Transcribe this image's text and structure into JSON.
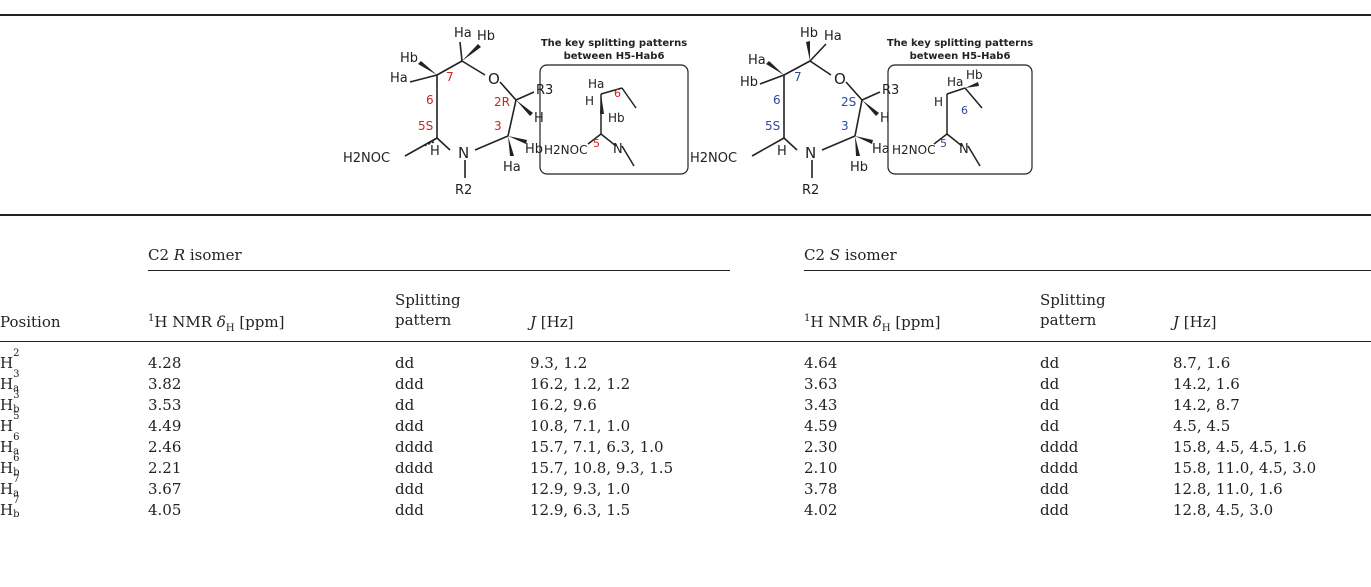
{
  "figure": {
    "box_title_line1": "The key splitting patterns",
    "box_title_line2": "between H5-Hab6",
    "atom_Ha": "Ha",
    "atom_Hb": "Hb",
    "atom_H": "H",
    "atom_O": "O",
    "atom_N": "N",
    "atom_R3": "R3",
    "atom_R2": "R2",
    "group_amide": "H2NOC",
    "left_labels": {
      "c7": "7",
      "c6": "6",
      "c5": "5S",
      "c2": "2R",
      "c3": "3",
      "box_c6": "6",
      "box_c5": "5"
    },
    "right_labels": {
      "c7": "7",
      "c6": "6",
      "c5": "5S",
      "c2": "2S",
      "c3": "3",
      "box_c6": "6",
      "box_c5": "5"
    },
    "colors": {
      "r_isomer": "#d2231e",
      "s_isomer": "#2e4aa0"
    }
  },
  "table": {
    "group_r": {
      "prefix": "C2 ",
      "italic": "R",
      "suffix": " isomer"
    },
    "group_s": {
      "prefix": "C2 ",
      "italic": "S",
      "suffix": " isomer"
    },
    "col_position": "Position",
    "col_nmr_sup": "1",
    "col_nmr_a": "H NMR ",
    "col_nmr_delta": "δ",
    "col_nmr_sub": "H",
    "col_nmr_b": " [ppm]",
    "col_split_1": "Splitting",
    "col_split_2": "pattern",
    "col_j_italic": "J",
    "col_j_rest": " [Hz]",
    "rows": [
      {
        "pos": "H",
        "sub": "",
        "sup": "2",
        "r_shift": "4.28",
        "r_split": "dd",
        "r_j": "9.3, 1.2",
        "s_shift": "4.64",
        "s_split": "dd",
        "s_j": "8.7, 1.6"
      },
      {
        "pos": "H",
        "sub": "a",
        "sup": "3",
        "r_shift": "3.82",
        "r_split": "ddd",
        "r_j": "16.2, 1.2, 1.2",
        "s_shift": "3.63",
        "s_split": "dd",
        "s_j": "14.2, 1.6"
      },
      {
        "pos": "H",
        "sub": "b",
        "sup": "3",
        "r_shift": "3.53",
        "r_split": "dd",
        "r_j": "16.2, 9.6",
        "s_shift": "3.43",
        "s_split": "dd",
        "s_j": "14.2, 8.7"
      },
      {
        "pos": "H",
        "sub": "",
        "sup": "5",
        "r_shift": "4.49",
        "r_split": "ddd",
        "r_j": "10.8, 7.1, 1.0",
        "s_shift": "4.59",
        "s_split": "dd",
        "s_j": "4.5, 4.5"
      },
      {
        "pos": "H",
        "sub": "a",
        "sup": "6",
        "r_shift": "2.46",
        "r_split": "dddd",
        "r_j": "15.7, 7.1, 6.3, 1.0",
        "s_shift": "2.30",
        "s_split": "dddd",
        "s_j": "15.8, 4.5, 4.5, 1.6"
      },
      {
        "pos": "H",
        "sub": "b",
        "sup": "6",
        "r_shift": "2.21",
        "r_split": "dddd",
        "r_j": "15.7, 10.8, 9.3, 1.5",
        "s_shift": "2.10",
        "s_split": "dddd",
        "s_j": "15.8, 11.0, 4.5, 3.0"
      },
      {
        "pos": "H",
        "sub": "a",
        "sup": "7",
        "r_shift": "3.67",
        "r_split": "ddd",
        "r_j": "12.9, 9.3, 1.0",
        "s_shift": "3.78",
        "s_split": "ddd",
        "s_j": "12.8, 11.0, 1.6"
      },
      {
        "pos": "H",
        "sub": "b",
        "sup": "7",
        "r_shift": "4.05",
        "r_split": "ddd",
        "r_j": "12.9, 6.3, 1.5",
        "s_shift": "4.02",
        "s_split": "ddd",
        "s_j": "12.8, 4.5, 3.0"
      }
    ]
  }
}
